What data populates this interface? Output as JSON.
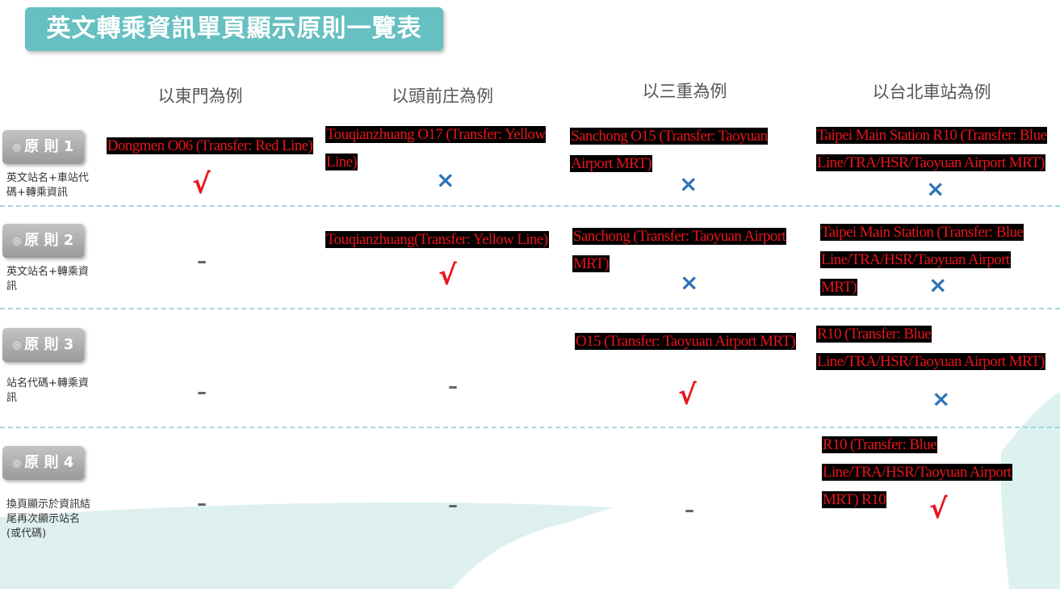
{
  "title": "英文轉乘資訊單頁顯示原則一覽表",
  "columns": [
    "以東門為例",
    "以頭前庄為例",
    "以三重為例",
    "以台北車站為例"
  ],
  "rules": [
    {
      "label": "原 則 1",
      "description": "英文站名+車站代碼+轉乘資訊",
      "samples": [
        "Dongmen O06 (Transfer: Red Line)",
        "Touqianzhuang O17 (Transfer: Yellow Line)",
        "Sanchong O15 (Transfer: Taoyuan Airport MRT)",
        "Taipei Main Station R10 (Transfer: Blue Line/TRA/HSR/Taoyuan Airport MRT)"
      ],
      "marks": [
        "√",
        "×",
        "×",
        "×"
      ]
    },
    {
      "label": "原 則 2",
      "description": "英文站名+轉乘資訊",
      "samples": [
        "",
        "Touqianzhuang(Transfer: Yellow Line)",
        "Sanchong (Transfer: Taoyuan Airport MRT)",
        "Taipei Main Station (Transfer: Blue Line/TRA/HSR/Taoyuan Airport MRT)"
      ],
      "marks": [
        "–",
        "√",
        "×",
        "×"
      ]
    },
    {
      "label": "原 則 3",
      "description": "站名代碼+轉乘資訊",
      "samples": [
        "",
        "",
        "O15 (Transfer: Taoyuan Airport MRT)",
        "R10 (Transfer: Blue Line/TRA/HSR/Taoyuan Airport MRT)"
      ],
      "marks": [
        "–",
        "–",
        "√",
        "×"
      ]
    },
    {
      "label": "原 則 4",
      "description": "換頁顯示於資訊結尾再次顯示站名(或代碼)",
      "samples": [
        "",
        "",
        "",
        "R10 (Transfer: Blue Line/TRA/HSR/Taoyuan Airport MRT) R10"
      ],
      "marks": [
        "–",
        "–",
        "–",
        "√"
      ]
    }
  ],
  "colors": {
    "title_bg": "#66bfc1",
    "sample_text": "#e8141c",
    "sample_bg": "#000000",
    "check": "#e8141c",
    "cross": "#2e73b8",
    "divider": "#9fd8db",
    "wave": "#d8efee"
  }
}
